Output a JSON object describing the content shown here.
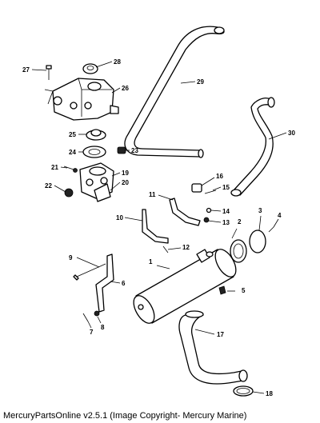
{
  "footer": {
    "caption": "MercuryPartsOnline v2.5.1 (Image Copyright- Mercury Marine)"
  },
  "callouts": {
    "c1": "1",
    "c2": "2",
    "c3": "3",
    "c4": "4",
    "c5": "5",
    "c6": "6",
    "c7": "7",
    "c8": "8",
    "c9": "9",
    "c10": "10",
    "c11": "11",
    "c12": "12",
    "c13": "13",
    "c14": "14",
    "c15": "15",
    "c16": "16",
    "c17": "17",
    "c18": "18",
    "c19": "19",
    "c20": "20",
    "c21": "21",
    "c22": "22",
    "c23": "23",
    "c24": "24",
    "c25": "25",
    "c26": "26",
    "c27": "27",
    "c28": "28",
    "c29": "29",
    "c30": "30"
  }
}
